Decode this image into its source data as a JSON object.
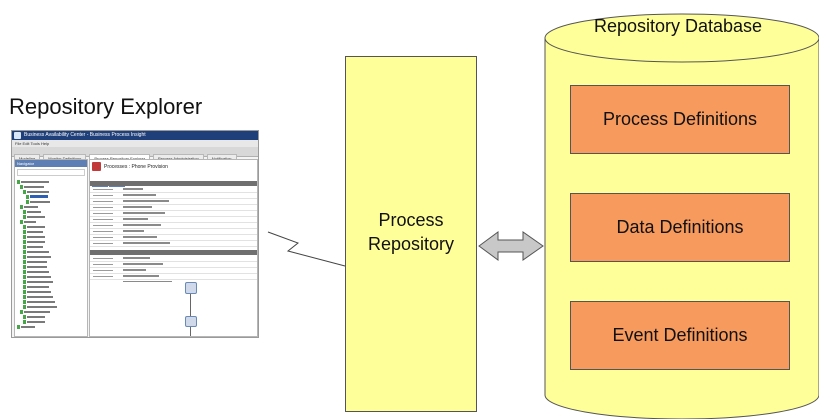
{
  "colors": {
    "yellow": "#ffff99",
    "orange": "#f79a5d",
    "outline": "#555555",
    "arrow": "#c8c8c8"
  },
  "explorer": {
    "title": "Repository Explorer",
    "screenshot": {
      "app_title": "Business Availability Center - Business Process Insight",
      "menu": "File  Edit  Tools  Help",
      "tabs": [
        "Modeling",
        "Monitor Definitions",
        "Process Repository Explorer",
        "Process Administration",
        "Notification"
      ],
      "active_tab": 2,
      "nav_header": "Navigator",
      "detail_title": "Processes : Phone Provision"
    }
  },
  "process_repository": {
    "label": "Process Repository"
  },
  "database": {
    "title": "Repository Database",
    "items": [
      "Process Definitions",
      "Data Definitions",
      "Event Definitions"
    ]
  },
  "connector": {
    "icon": "double-arrow-icon"
  }
}
